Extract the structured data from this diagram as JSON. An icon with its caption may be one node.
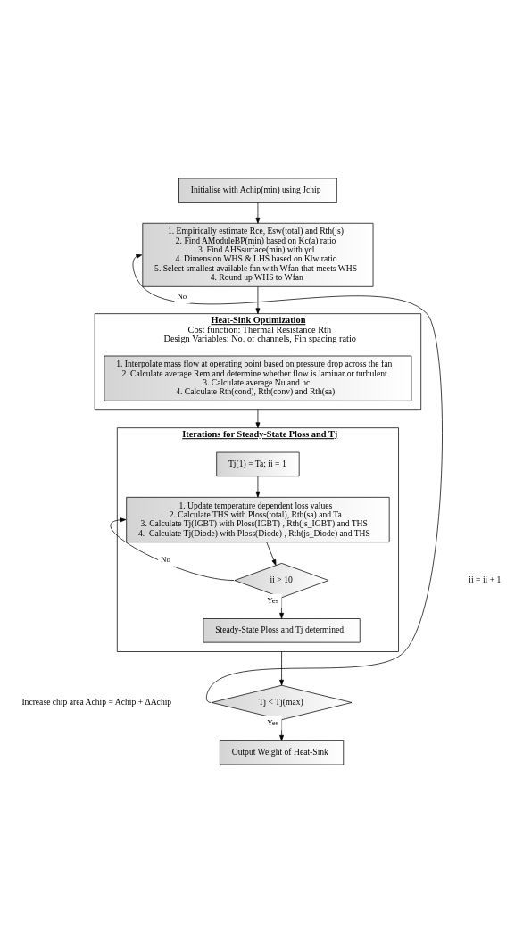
{
  "diagram": {
    "nodes": [
      {
        "text": [
          "Initialise with Achip(min) using Jchip"
        ]
      },
      {
        "text": [
          "1. Empirically estimate Rce, Esw(total) and Rth(js)",
          "2. Find AModuleBP(min) based on Kc(a) ratio",
          "3. Find AHSsurface(min) with γcl",
          "4. Dimension WHS & LHS based on Klw ratio",
          "5. Select smallest available fan with Wfan that meets WHS",
          "4. Round up WHS to Wfan"
        ]
      },
      {
        "text": [
          "Heat-Sink Optimization",
          "Cost function: Thermal Resistance Rth",
          "Design Variables: No. of channels, Fin spacing ratio"
        ]
      },
      {
        "text": [
          "1. Interpolate mass flow at operating point based on pressure drop across the fan",
          "2. Calculate average Rem and determine whether flow is laminar or turbulent",
          "3. Calculate average Nu and hc",
          "4. Calculate Rth(cond), Rth(conv) and Rth(sa)"
        ],
        "in": 2
      },
      {
        "text": [
          "Iterations for Steady-State Ploss and Tj"
        ]
      },
      {
        "text": [
          "Tj(1) = Ta; ii = 1"
        ],
        "in": 4
      },
      {
        "text": [
          "1. Update temperature dependent loss values",
          "2. Calculate THS with Ploss(total), Rth(sa) and Ta",
          "3. Calculate Tj(IGBT) with Ploss(IGBT) , Rth(js_IGBT) and THS",
          "4.  Calculate Tj(Diode) with Ploss(Diode) , Rth(js_Diode) and THS"
        ],
        "in": 4
      },
      {
        "text": [
          "ii > 10"
        ],
        "in": 4
      },
      {
        "text": [
          "Steady-State Ploss and Tj determined"
        ],
        "in": 4
      },
      {
        "text": [
          "Tj < Tj(max)"
        ]
      },
      {
        "text": [
          "Output Weight of Heat-Sink"
        ]
      }
    ],
    "edges": [
      {
        "from": 0,
        "to": 1,
        "arrow": "to"
      },
      {
        "from": 1,
        "to": 2,
        "arrow": "to"
      },
      {
        "from": 2,
        "to": 4,
        "arrow": "to"
      },
      {
        "from": 5,
        "to": 6,
        "arrow": "to"
      },
      {
        "from": 6,
        "to": 7,
        "arrow": "to"
      },
      {
        "from": 7,
        "to": 6,
        "arrow": "to",
        "label": "No"
      },
      {
        "from": 7,
        "to": 8,
        "arrow": "to",
        "label": "Yes"
      },
      {
        "from": 4,
        "to": 9,
        "arrow": "to"
      },
      {
        "from": 9,
        "to": 1,
        "arrow": "to",
        "label": "No"
      },
      {
        "from": 9,
        "to": 10,
        "arrow": "to",
        "label": "Yes"
      }
    ],
    "labels": [
      "ii = ii + 1",
      "Increase chip area Achip = Achip + ΔAchip"
    ]
  }
}
